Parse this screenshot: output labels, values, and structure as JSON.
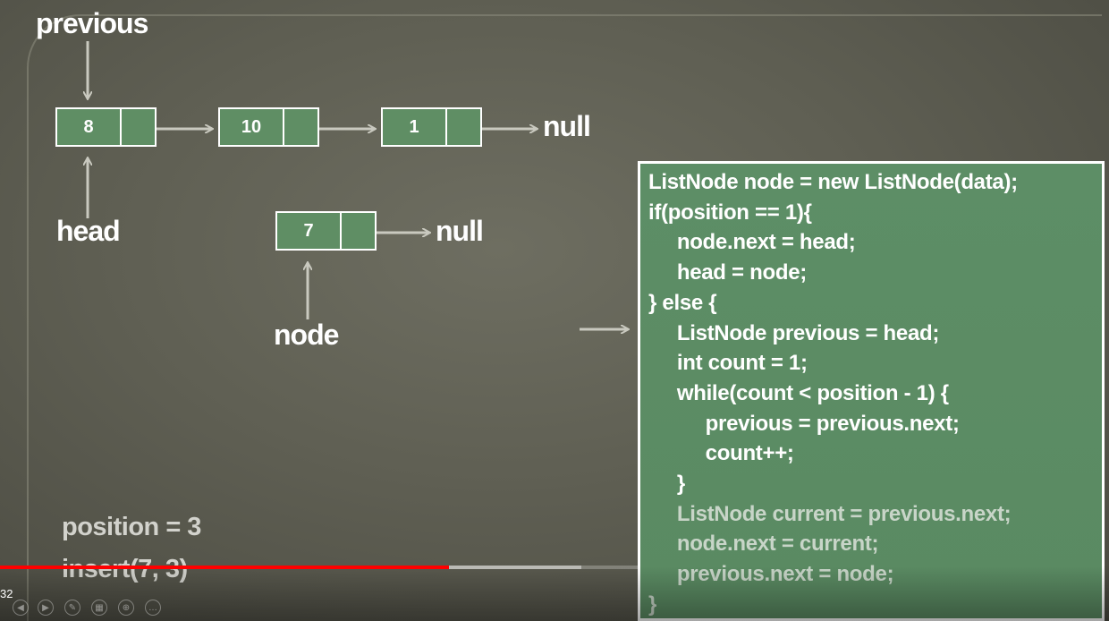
{
  "labels": {
    "previous": "previous",
    "head": "head",
    "node": "node",
    "null1": "null",
    "null2": "null"
  },
  "list_nodes": [
    {
      "value": "8"
    },
    {
      "value": "10"
    },
    {
      "value": "1"
    }
  ],
  "new_node": {
    "value": "7"
  },
  "code_lines": [
    {
      "text": "ListNode node = new ListNode(data);"
    },
    {
      "text": "if(position == 1){"
    },
    {
      "text": "     node.next = head;"
    },
    {
      "text": "     head = node;"
    },
    {
      "text": "} else {"
    },
    {
      "text": "     ListNode previous = head;"
    },
    {
      "text": "     int count = 1;"
    },
    {
      "text": "     while(count < position - 1) {"
    },
    {
      "text": "          previous = previous.next;"
    },
    {
      "text": "          count++;"
    },
    {
      "text": "     }"
    },
    {
      "text": "     ListNode current = previous.next;"
    },
    {
      "text": "     node.next = current;"
    },
    {
      "text": "     previous.next = node;"
    },
    {
      "text": "}"
    }
  ],
  "info": {
    "position": "position = 3",
    "insert": "insert(7, 3)"
  },
  "player": {
    "time": "32",
    "played_fraction": 0.405,
    "buffered_fraction": 0.524
  },
  "colors": {
    "node_fill": "#5f8e64",
    "code_fill": "#5d8e66",
    "progress": "#ff0000"
  }
}
